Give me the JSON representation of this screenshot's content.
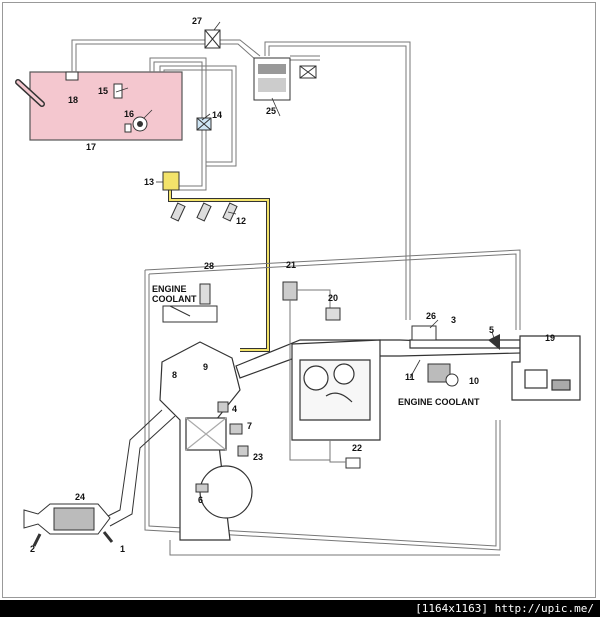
{
  "callouts": {
    "c1": "1",
    "c2": "2",
    "c3": "3",
    "c4": "4",
    "c5": "5",
    "c6": "6",
    "c7": "7",
    "c8": "8",
    "c9": "9",
    "c10": "10",
    "c11": "11",
    "c12": "12",
    "c13": "13",
    "c14": "14",
    "c15": "15",
    "c16": "16",
    "c17": "17",
    "c18": "18",
    "c19": "19",
    "c20": "20",
    "c21": "21",
    "c22": "22",
    "c23": "23",
    "c24": "24",
    "c25": "25",
    "c26": "26",
    "c27": "27",
    "c28": "28"
  },
  "notes": {
    "engine_coolant_left_line1": "ENGINE",
    "engine_coolant_left_line2": "COOLANT",
    "engine_coolant_right": "ENGINE COOLANT"
  },
  "watermark": "[1164x1163] http://upic.me/",
  "colors": {
    "fuel_tank": "#f4c7cf",
    "fuel_rail": "#f3e36a",
    "line": "#555555"
  }
}
